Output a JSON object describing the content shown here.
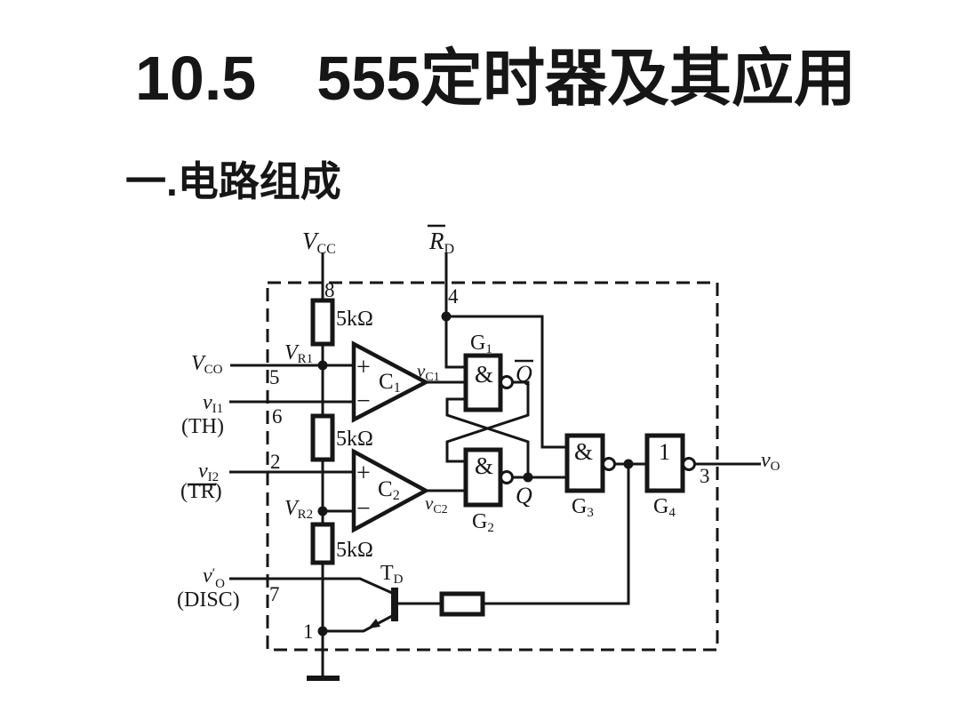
{
  "style": {
    "ink": "#161616",
    "paper": "#ffffff"
  },
  "page": {
    "title": {
      "num": "10.5",
      "code": "555",
      "rest": "定时器及其应用"
    },
    "subtitle": "一.电路组成"
  },
  "c": {
    "supply": {
      "m": "V",
      "s": "CC"
    },
    "reset": {
      "m": "R",
      "s": "D",
      "overline": true
    },
    "pins": {
      "p8": "8",
      "p4": "4",
      "p5": "5",
      "p6": "6",
      "p2": "2",
      "p7": "7",
      "p1": "1",
      "p3": "3"
    },
    "resistors": {
      "r1": "5kΩ",
      "r2": "5kΩ",
      "r3": "5kΩ"
    },
    "nets": {
      "vr1": {
        "m": "V",
        "s": "R1"
      },
      "vr2": {
        "m": "V",
        "s": "R2"
      },
      "vco": {
        "m": "V",
        "s": "CO"
      },
      "vi1": {
        "m": "v",
        "s": "I1"
      },
      "vi2": {
        "m": "v",
        "s": "I2"
      },
      "vc1": {
        "m": "v",
        "s": "C1"
      },
      "vc2": {
        "m": "v",
        "s": "C2"
      },
      "vo": {
        "m": "v",
        "s": "O"
      },
      "vo_prime": {
        "m": "v",
        "prime": "′",
        "s": "O"
      },
      "q": {
        "text": "Q"
      },
      "qbar": {
        "text": "Q",
        "overline": true
      }
    },
    "pin_names": {
      "th": "(TH)",
      "tr": {
        "text": "(TR)",
        "overline": "TR"
      },
      "disc": "(DISC)"
    },
    "comparators": {
      "c1": {
        "m": "C",
        "s": "1"
      },
      "c2": {
        "m": "C",
        "s": "2"
      },
      "plus": "+",
      "minus": "−"
    },
    "gates": {
      "g1": {
        "sym": "&",
        "nm": "G",
        "ns": "1"
      },
      "g2": {
        "sym": "&",
        "nm": "G",
        "ns": "2"
      },
      "g3": {
        "sym": "&",
        "nm": "G",
        "ns": "3"
      },
      "g4": {
        "sym": "1",
        "nm": "G",
        "ns": "4"
      }
    },
    "transistor": {
      "m": "T",
      "s": "D"
    }
  }
}
